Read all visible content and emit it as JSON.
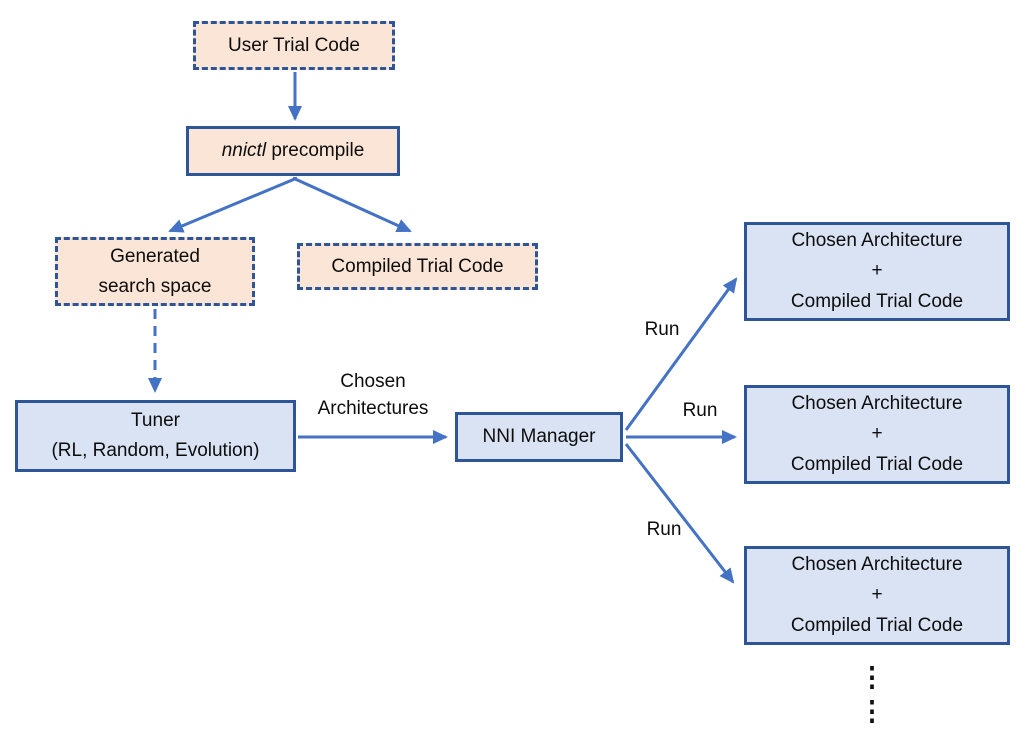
{
  "colors": {
    "peach_fill": "#FBE5D6",
    "blue_fill": "#DAE3F3",
    "border_blue": "#2E5597",
    "arrow_blue": "#4472C4",
    "text": "#0D0D0D"
  },
  "nodes": {
    "user_trial_code": {
      "label": "User Trial Code"
    },
    "nnictl_precompile": {
      "command": "nnictl",
      "rest": "precompile"
    },
    "generated_search_space": {
      "line1": "Generated",
      "line2": "search space"
    },
    "compiled_trial_code": {
      "label": "Compiled Trial Code"
    },
    "tuner": {
      "line1": "Tuner",
      "line2": "(RL, Random, Evolution)"
    },
    "nni_manager": {
      "label": "NNI Manager"
    }
  },
  "trial_boxes": [
    {
      "line1": "Chosen Architecture",
      "line2": "+",
      "line3": "Compiled Trial Code"
    },
    {
      "line1": "Chosen Architecture",
      "line2": "+",
      "line3": "Compiled Trial Code"
    },
    {
      "line1": "Chosen Architecture",
      "line2": "+",
      "line3": "Compiled Trial Code"
    }
  ],
  "edge_labels": {
    "chosen_architectures": {
      "line1": "Chosen",
      "line2": "Architectures"
    },
    "run_top": "Run",
    "run_middle": "Run",
    "run_bottom": "Run"
  },
  "ellipsis": {
    "top": "⋮",
    "bottom": "⋮"
  }
}
